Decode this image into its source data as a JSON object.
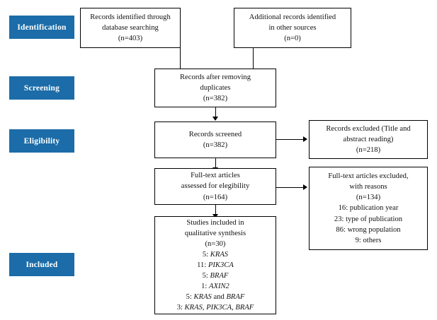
{
  "diagram": {
    "title": "PRISMA study selection flow diagram",
    "accent_color": "#1b6ca8",
    "line_color": "#000000",
    "background_color": "#ffffff"
  },
  "stages": [
    {
      "key": "identification",
      "label": "Identification"
    },
    {
      "key": "screening",
      "label": "Screening"
    },
    {
      "key": "eligibility",
      "label": "Eligibility"
    },
    {
      "key": "included",
      "label": "Included"
    }
  ],
  "nodes": {
    "records_identified": {
      "lines": [
        "Records identified through",
        "database searching",
        "(n=403)"
      ],
      "count": 403
    },
    "additional_records": {
      "lines": [
        "Additional records identified",
        "in other sources",
        "(n=0)"
      ],
      "count": 0
    },
    "after_duplicates": {
      "lines": [
        "Records after removing",
        "duplicates",
        "(n=382)"
      ],
      "count": 382
    },
    "records_screened": {
      "lines": [
        "Records screened",
        "(n=382)"
      ],
      "count": 382
    },
    "records_excluded": {
      "lines": [
        "Records excluded (Title and",
        "abstract reading)",
        "(n=218)"
      ],
      "count": 218
    },
    "fulltext_assessed": {
      "lines": [
        "Full-text articles",
        "assessed for elegibility",
        "(n=164)"
      ],
      "count": 164
    },
    "fulltext_excluded": {
      "lines": [
        "Full-text articles excluded,",
        "with reasons",
        "(n=134)",
        "16: publication year",
        "23: type of publication",
        "86: wrong population",
        "9: others"
      ],
      "count": 134,
      "reasons": [
        {
          "n": 16,
          "reason": "publication year"
        },
        {
          "n": 23,
          "reason": "type of publication"
        },
        {
          "n": 86,
          "reason": "wrong population"
        },
        {
          "n": 9,
          "reason": "others"
        }
      ]
    },
    "studies_included": {
      "lines_plain": [
        "Studies included in",
        "qualitative synthesis",
        "(n=30)"
      ],
      "count": 30,
      "gene_lines": [
        {
          "n": 5,
          "genes": "KRAS"
        },
        {
          "n": 11,
          "genes": "PIK3CA"
        },
        {
          "n": 5,
          "genes": "BRAF"
        },
        {
          "n": 1,
          "genes": "AXIN2"
        },
        {
          "n": 5,
          "genes": "KRAS and BRAF"
        },
        {
          "n": 3,
          "genes": "KRAS, PIK3CA, BRAF"
        }
      ]
    }
  },
  "chart_data": {
    "type": "diagram",
    "title": "PRISMA flow diagram of study selection",
    "stages": [
      "Identification",
      "Screening",
      "Eligibility",
      "Included"
    ],
    "nodes": [
      {
        "id": "records_identified",
        "stage": "Identification",
        "label": "Records identified through database searching",
        "n": 403
      },
      {
        "id": "additional_records",
        "stage": "Identification",
        "label": "Additional records identified in other sources",
        "n": 0
      },
      {
        "id": "after_duplicates",
        "stage": "Screening",
        "label": "Records after removing duplicates",
        "n": 382
      },
      {
        "id": "records_screened",
        "stage": "Screening",
        "label": "Records screened",
        "n": 382
      },
      {
        "id": "records_excluded",
        "stage": "Screening",
        "label": "Records excluded (Title and abstract reading)",
        "n": 218
      },
      {
        "id": "fulltext_assessed",
        "stage": "Eligibility",
        "label": "Full-text articles assessed for elegibility",
        "n": 164
      },
      {
        "id": "fulltext_excluded",
        "stage": "Eligibility",
        "label": "Full-text articles excluded, with reasons",
        "n": 134
      },
      {
        "id": "studies_included",
        "stage": "Included",
        "label": "Studies included in qualitative synthesis",
        "n": 30
      }
    ],
    "edges": [
      {
        "from": "records_identified",
        "to": "after_duplicates"
      },
      {
        "from": "additional_records",
        "to": "after_duplicates"
      },
      {
        "from": "after_duplicates",
        "to": "records_screened"
      },
      {
        "from": "records_screened",
        "to": "records_excluded"
      },
      {
        "from": "records_screened",
        "to": "fulltext_assessed"
      },
      {
        "from": "fulltext_assessed",
        "to": "fulltext_excluded"
      },
      {
        "from": "fulltext_assessed",
        "to": "studies_included"
      }
    ]
  }
}
